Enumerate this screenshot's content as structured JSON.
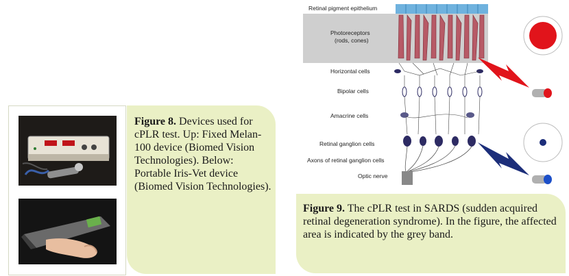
{
  "figure8": {
    "label": "Figure 8.",
    "text": " Devices used for cPLR test. Up: Fixed Melan-100 device (Biomed Vision Technologies). Below: Portable Iris-Vet device (Biomed Vision Technologies)."
  },
  "figure9": {
    "label": "Figure 9.",
    "text": " The cPLR test in SARDS (sudden acquired retinal degeneration syndrome). In the figure, the affected area is indicated by the grey band."
  },
  "diagram": {
    "labels": {
      "rpe": "Retinal pigment epithelium",
      "photoreceptors_1": "Photoreceptors",
      "photoreceptors_2": "(rods, cones)",
      "horizontal": "Horizontal cells",
      "bipolar": "Bipolar cells",
      "amacrine": "Amacrine cells",
      "ganglion": "Retinal ganglion cells",
      "axons": "Axons of retinal ganglion cells",
      "optic": "Optic nerve"
    },
    "colors": {
      "affected_band": "#cfcfcf",
      "epithelium": "#6fb2de",
      "red_light": "#e1141b",
      "blue_light": "#1c2e7a",
      "cell": "#2d2b63"
    }
  }
}
